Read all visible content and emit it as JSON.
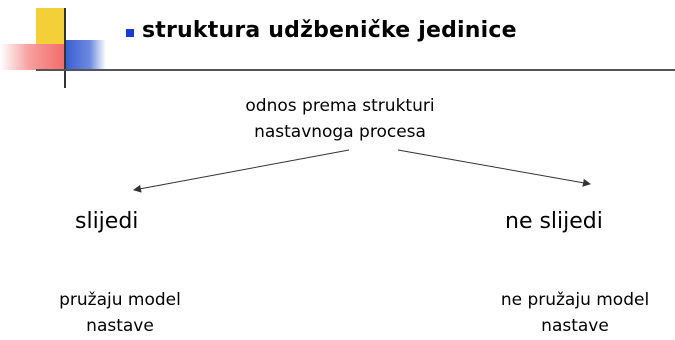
{
  "colors": {
    "accent_yellow": "#f4d038",
    "accent_red": "#f26c6c",
    "accent_blue": "#3a5fd1",
    "bullet_blue": "#1a3ad8",
    "rule": "#555555",
    "arrow": "#333333"
  },
  "slide": {
    "title": "struktura udžbeničke jedinice"
  },
  "diagram": {
    "root": {
      "line1": "odnos prema strukturi",
      "line2": "nastavnoga procesa"
    },
    "left": {
      "label": "slijedi",
      "sub_line1": "pružaju model",
      "sub_line2": "nastave"
    },
    "right": {
      "label": "ne slijedi",
      "sub_line1": "ne pružaju model",
      "sub_line2": "nastave"
    }
  }
}
